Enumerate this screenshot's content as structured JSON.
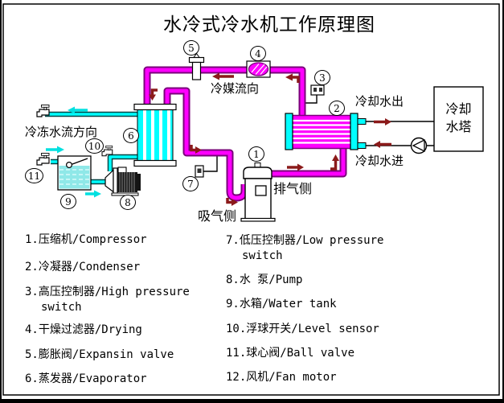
{
  "title": "水冷式冷水机工作原理图",
  "diagram": {
    "balloons": [
      "1",
      "2",
      "3",
      "4",
      "5",
      "6",
      "7",
      "8",
      "9",
      "10",
      "11"
    ],
    "labels": {
      "refrigerant_flow": "冷媒流向",
      "chilled_water_flow": "冷冻水流方向",
      "suction_side": "吸气侧",
      "discharge_side": "排气侧",
      "cooling_water_out": "冷却水出",
      "cooling_water_in": "冷却水进",
      "cooling_tower_line1": "冷却",
      "cooling_tower_line2": "水塔"
    },
    "colors": {
      "refrigerant_pipe": "#FF00FF",
      "refrigerant_pipe_outline": "#7A007A",
      "water_pipe": "#00FFFF",
      "flow_arrow_dark_red": "#8B1A1A",
      "water_arrow_cyan": "#00E0E0"
    }
  },
  "legend": {
    "left": [
      "1.压缩机/Compressor",
      "2.冷凝器/Condenser",
      "3.高压控制器/High pressure\nswitch",
      "4.干燥过滤器/Drying",
      "5.膨胀阀/Expansin valve",
      "6.蒸发器/Evaporator"
    ],
    "right": [
      "7.低压控制器/Low pressure\nswitch",
      "8.水 泵/Pump",
      "9.水箱/Water tank",
      "10.浮球开关/Level sensor",
      "11.球心阀/Ball valve",
      "12.风机/Fan motor"
    ]
  }
}
